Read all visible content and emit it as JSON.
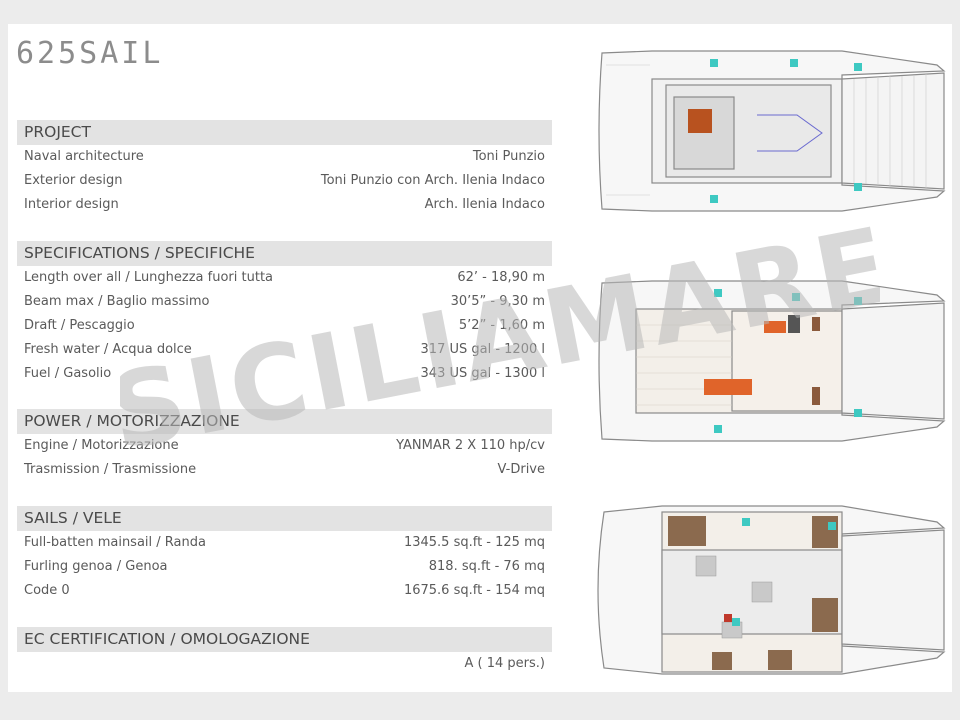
{
  "brand": {
    "model": "625SAIL"
  },
  "watermark": {
    "text": "SICILIAMARE"
  },
  "sections": [
    {
      "title": "PROJECT",
      "rows": [
        {
          "label": "Naval architecture",
          "value": "Toni Punzio"
        },
        {
          "label": "Exterior design",
          "value": "Toni Punzio con Arch. Ilenia Indaco"
        },
        {
          "label": "Interior design",
          "value": "Arch. Ilenia Indaco"
        }
      ]
    },
    {
      "title": "SPECIFICATIONS / SPECIFICHE",
      "rows": [
        {
          "label": "Length over all / Lunghezza fuori tutta",
          "value": "62’ - 18,90 m"
        },
        {
          "label": "Beam max / Baglio massimo",
          "value": "30’5” - 9,30  m"
        },
        {
          "label": "Draft / Pescaggio",
          "value": "5’2” - 1,60 m"
        },
        {
          "label": "Fresh water / Acqua dolce",
          "value": "317 US gal - 1200 l"
        },
        {
          "label": "Fuel / Gasolio",
          "value": "343 US gal - 1300 l"
        }
      ]
    },
    {
      "title": "POWER / MOTORIZZAZIONE",
      "rows": [
        {
          "label": "Engine / Motorizzazione",
          "value": "YANMAR 2 X 110 hp/cv"
        },
        {
          "label": "Trasmission / Trasmissione",
          "value": "V-Drive"
        }
      ]
    },
    {
      "title": "SAILS / VELE",
      "rows": [
        {
          "label": "Full-batten mainsail / Randa",
          "value": "1345.5 sq.ft - 125 mq"
        },
        {
          "label": "Furling genoa / Genoa",
          "value": "818. sq.ft - 76 mq"
        },
        {
          "label": "Code 0",
          "value": "1675.6 sq.ft - 154 mq"
        }
      ]
    },
    {
      "title": "EC CERTIFICATION / OMOLOGAZIONE",
      "rows": [
        {
          "label": "",
          "value": "A ( 14 pers.)"
        }
      ]
    }
  ],
  "colors": {
    "header_bg": "#e3e3e3",
    "accent_orange": "#e0642a",
    "teal": "#3ec9c2",
    "wood": "#8b5a3c"
  }
}
